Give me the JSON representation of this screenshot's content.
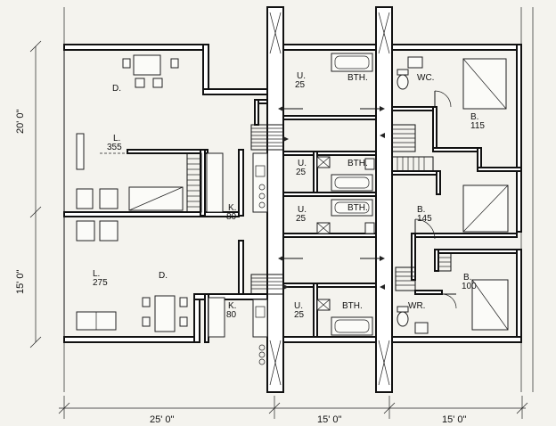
{
  "rooms": {
    "dining_top": "D.",
    "living_top": "L.",
    "living_top_area": "355",
    "kitchen_top": "K.",
    "kitchen_top_area": "80",
    "utility_1": "U.",
    "utility_1_area": "25",
    "bath_1": "BTH.",
    "wc": "WC.",
    "bed_1": "B.",
    "bed_1_area": "115",
    "utility_2": "U.",
    "utility_2_area": "25",
    "bath_2": "BTH.",
    "utility_3": "U.",
    "utility_3_area": "25",
    "bath_3": "BTH.",
    "bed_2": "B.",
    "bed_2_area": "145",
    "living_bottom": "L.",
    "living_bottom_area": "275",
    "dining_bottom": "D.",
    "kitchen_bottom": "K.",
    "kitchen_bottom_area": "80",
    "utility_4": "U.",
    "utility_4_area": "25",
    "bath_4": "BTH.",
    "wr": "WR.",
    "bed_3": "B.",
    "bed_3_area": "100"
  },
  "dimensions": {
    "left_top": "20' 0\"",
    "left_bottom": "15' 0\"",
    "bottom_1": "25' 0\"",
    "bottom_2": "15' 0\"",
    "bottom_3": "15' 0\""
  }
}
